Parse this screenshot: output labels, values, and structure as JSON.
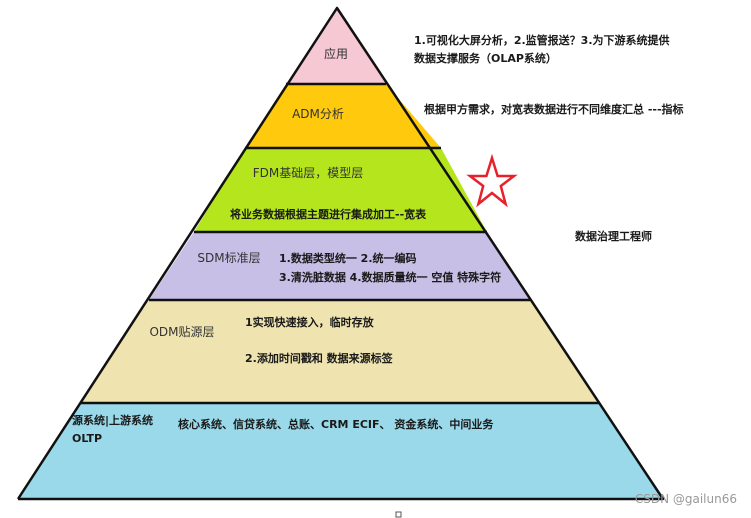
{
  "layers": [
    {
      "id": "app",
      "title": "应用",
      "color": "#f5c8d4",
      "notes": [
        "1.可视化大屏分析，2.监管报送？3.为下游系统提供",
        "数据支撑服务（OLAP系统）"
      ]
    },
    {
      "id": "adm",
      "title": "ADM分析",
      "color": "#ffc90e",
      "notes": [
        "根据甲方需求，对宽表数据进行不同维度汇总 ---指标"
      ]
    },
    {
      "id": "fdm",
      "title": "FDM基础层，模型层",
      "color": "#b5e61d",
      "notes": [
        "将业务数据根据主题进行集成加工--宽表"
      ]
    },
    {
      "id": "sdm",
      "title": "SDM标准层",
      "color": "#c8bfe7",
      "notes": [
        "1.数据类型统一   2.统一编码",
        "3.清洗脏数据   4.数据质量统一 空值 特殊字符"
      ]
    },
    {
      "id": "odm",
      "title": "ODM贴源层",
      "color": "#efe4b0",
      "notes": [
        "1实现快速接入，临时存放",
        "2.添加时间戳和 数据来源标签"
      ]
    },
    {
      "id": "src",
      "title": "源系统|上游系统",
      "subtitle": "OLTP",
      "color": "#99d9ea",
      "notes": [
        "核心系统、信贷系统、总账、CRM  ECIF、 资金系统、中间业务"
      ]
    }
  ],
  "side_label": "数据治理工程师",
  "star_icon": "star-outline-icon",
  "star_color": "#e8202a",
  "outline_color": "#111111",
  "watermark": "CSDN @gailun66"
}
